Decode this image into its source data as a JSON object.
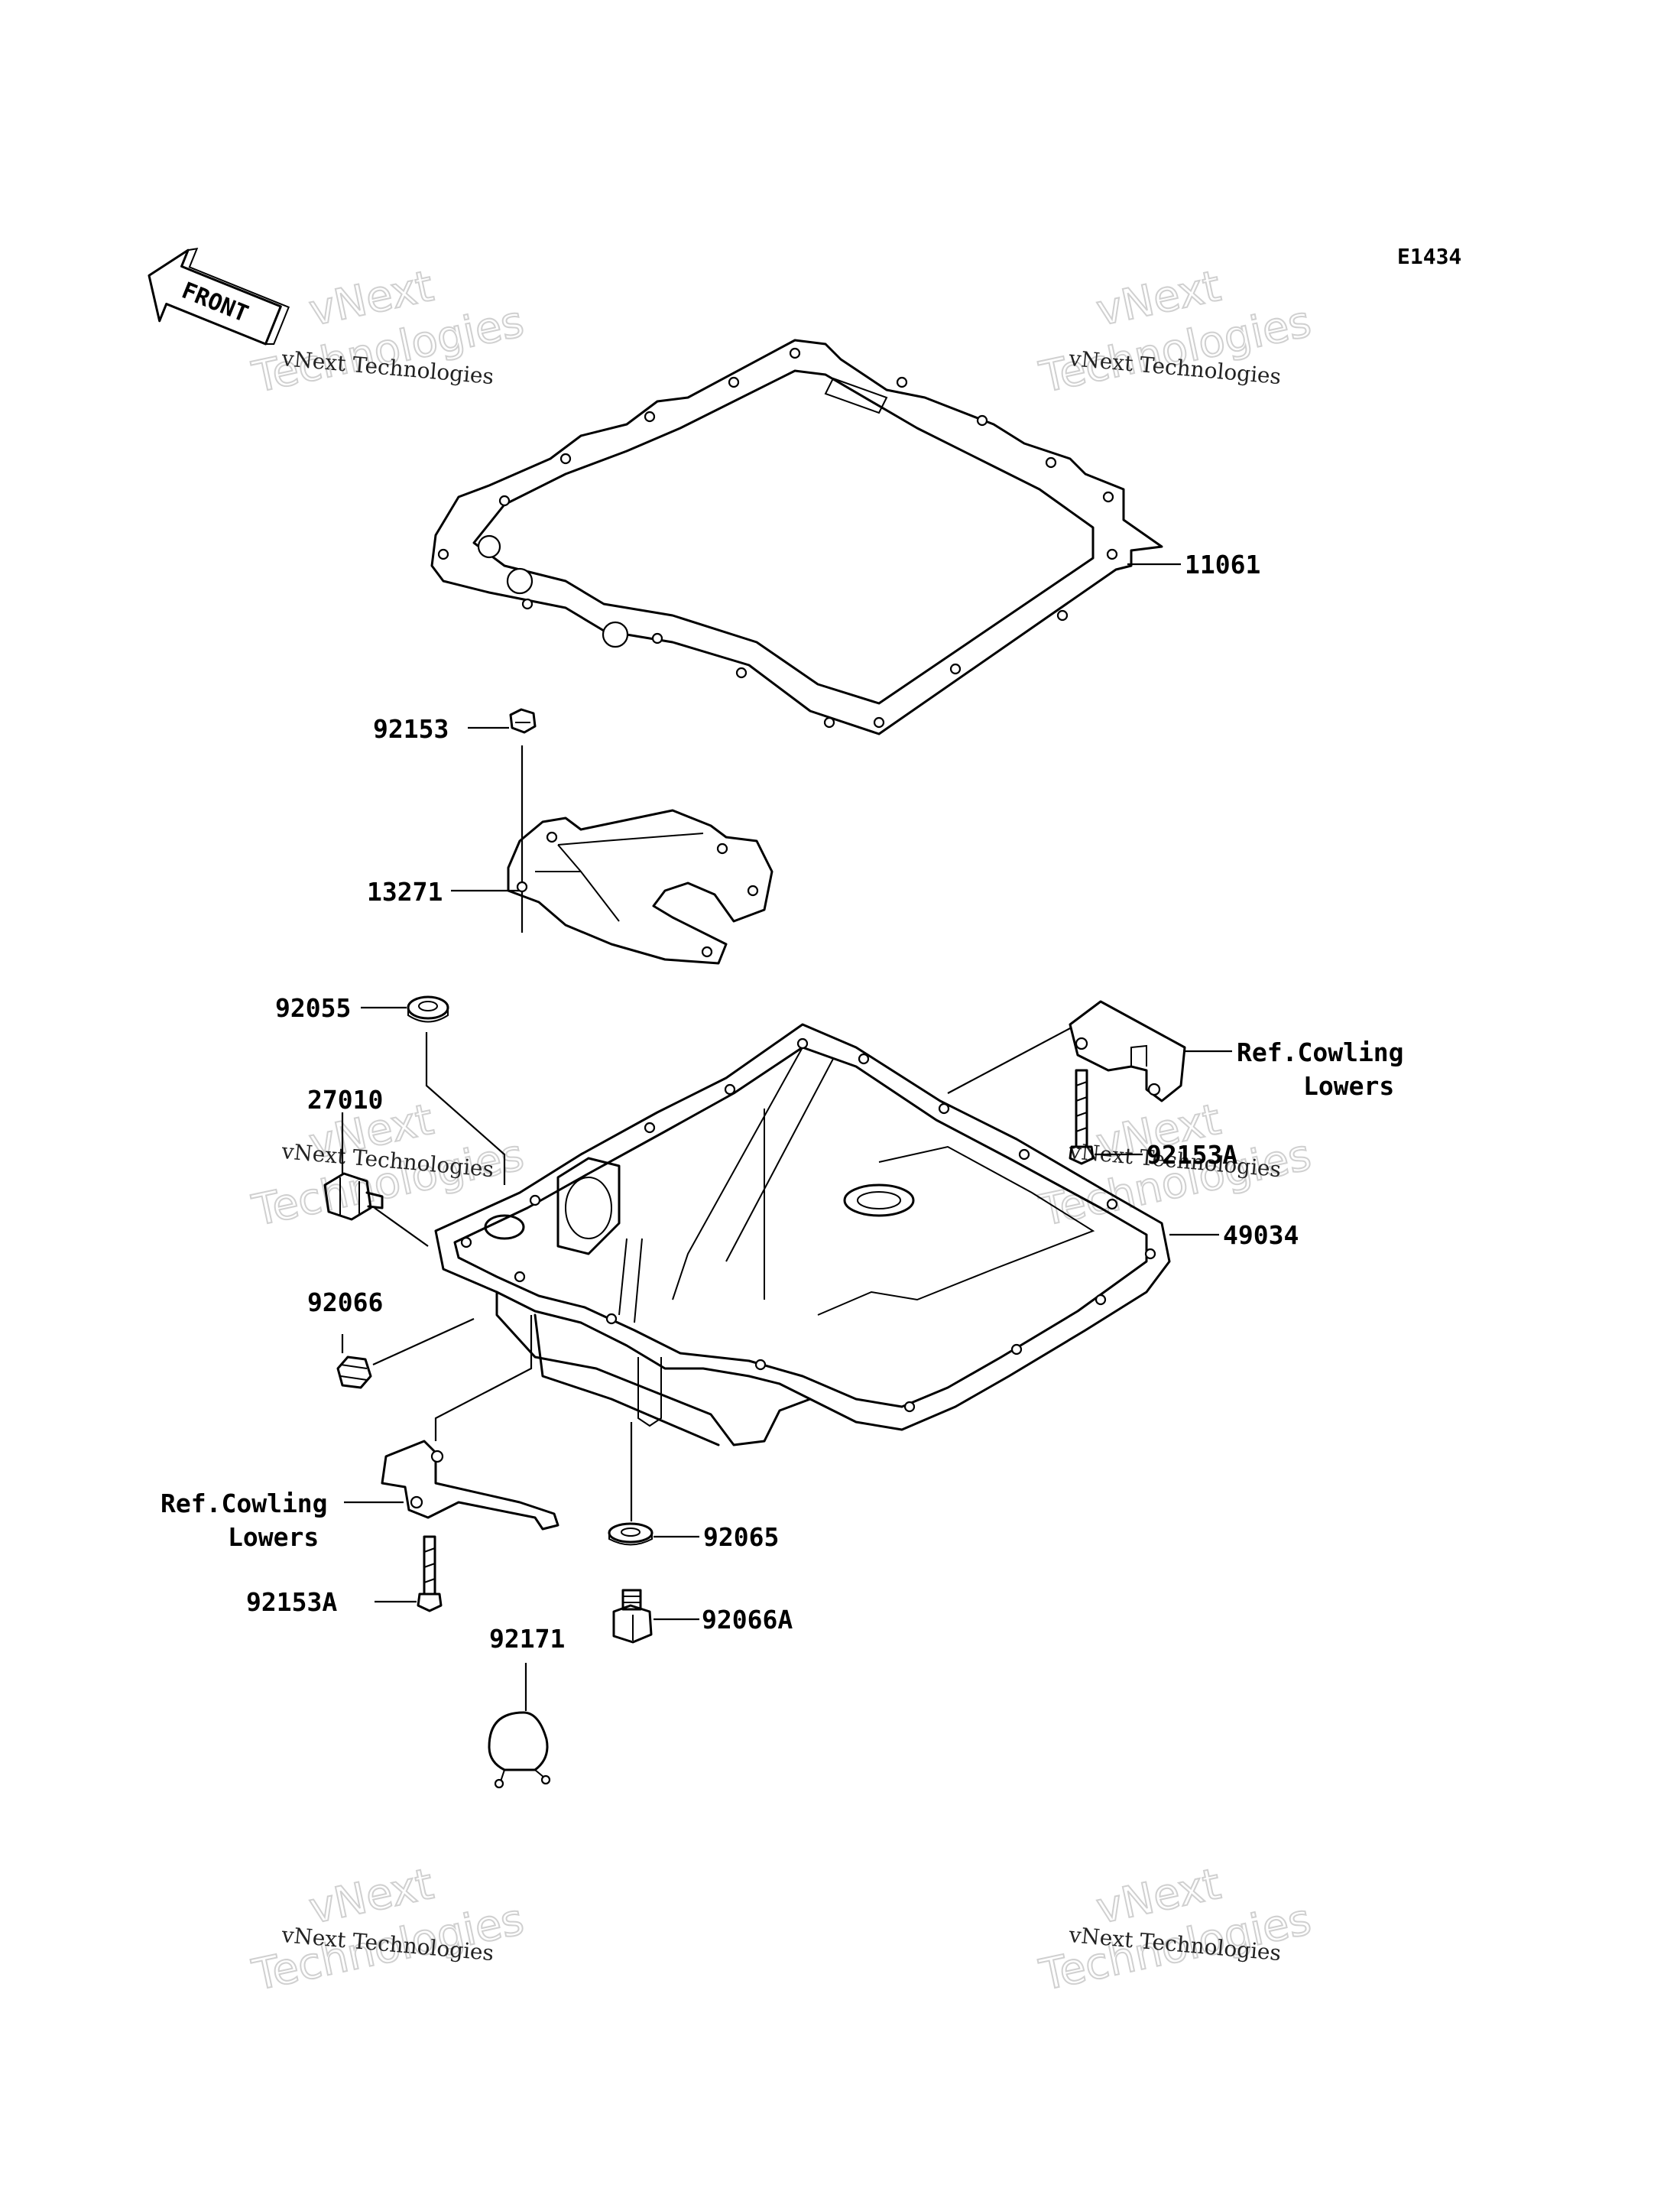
{
  "diagram_code": "E1434",
  "front_label": "FRONT",
  "parts": {
    "gasket": "11061",
    "bolt_top": "92153",
    "plate": "13271",
    "washer_large": "92055",
    "switch": "27010",
    "plug": "92066",
    "bolt_bracket_right": "92153A",
    "oil_pan": "49034",
    "drain_washer": "92065",
    "drain_plug": "92066A",
    "bolt_bracket_left": "92153A",
    "clamp": "92171"
  },
  "references": {
    "right_line1": "Ref.Cowling",
    "right_line2": "Lowers",
    "left_line1": "Ref.Cowling",
    "left_line2": "Lowers"
  },
  "watermark": {
    "line1": "vNext",
    "line2": "vNext Technologies",
    "line3": "Technologies"
  }
}
